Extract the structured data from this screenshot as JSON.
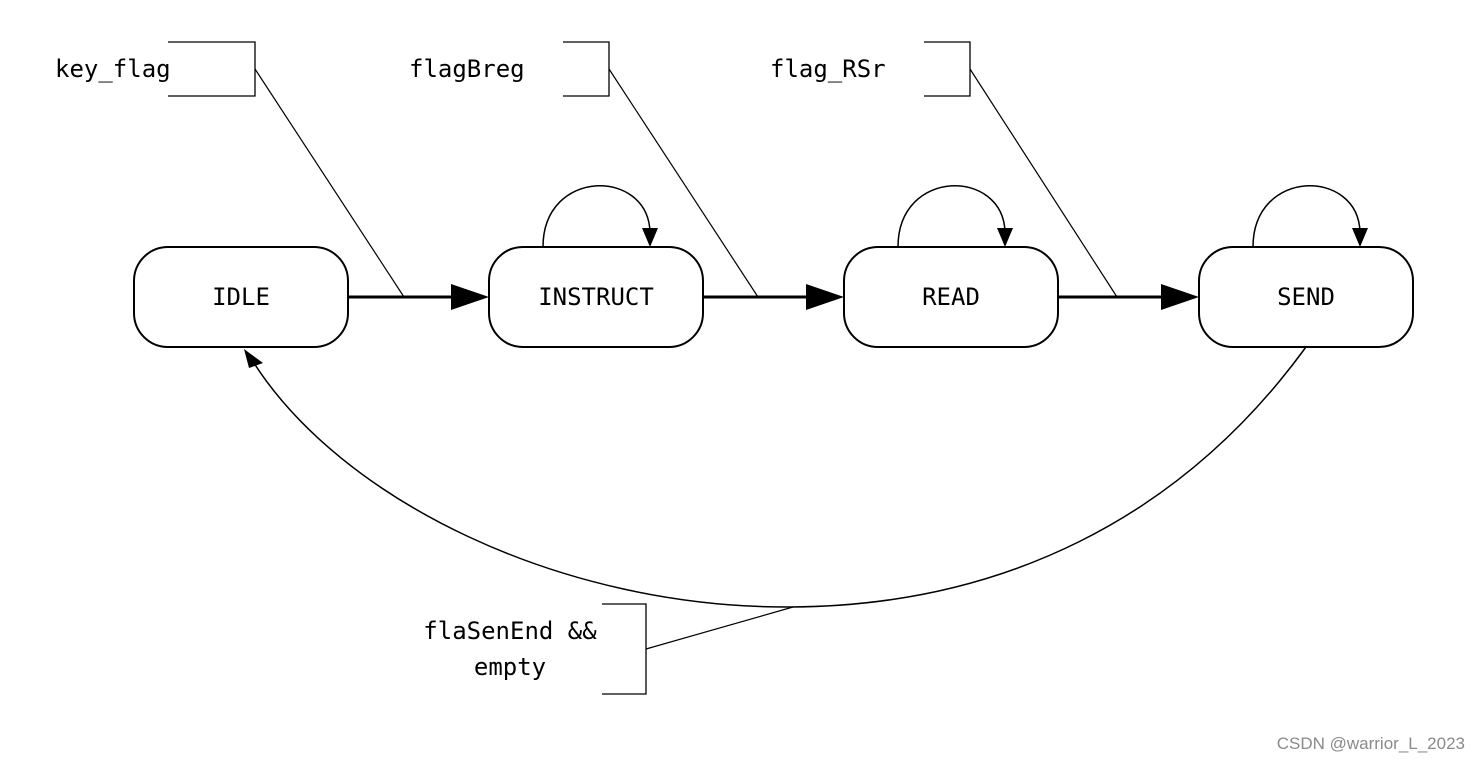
{
  "states": [
    "IDLE",
    "INSTRUCT",
    "READ",
    "SEND"
  ],
  "conditions": {
    "idle_to_instruct": "key_flag",
    "instruct_to_read": "flagBreg",
    "read_to_send": "flag_RSr",
    "send_to_idle_line1": "flaSenEnd &&",
    "send_to_idle_line2": "empty"
  },
  "self_loops": [
    "INSTRUCT",
    "READ",
    "SEND"
  ],
  "watermark": "CSDN @warrior_L_2023"
}
